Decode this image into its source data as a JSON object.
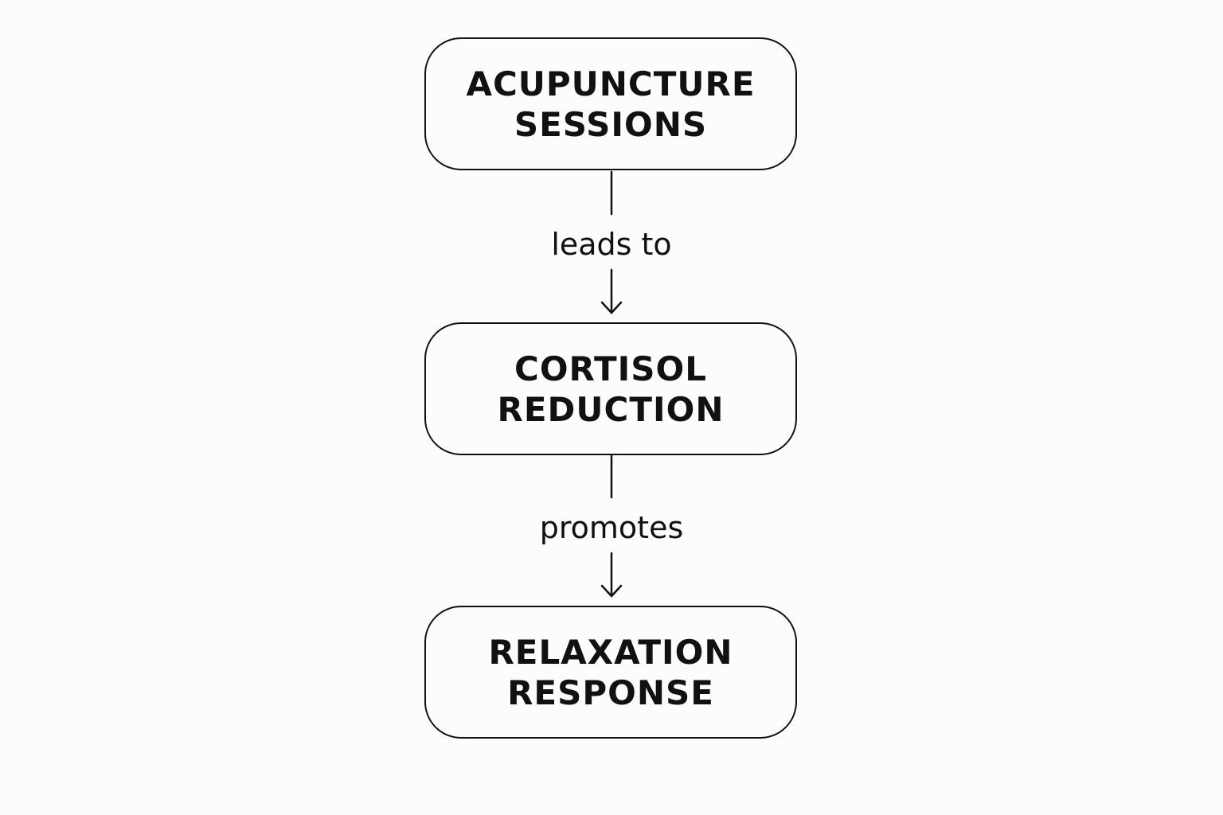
{
  "diagram": {
    "nodes": [
      {
        "lines": [
          "ACUPUNCTURE",
          "SESSIONS"
        ]
      },
      {
        "lines": [
          "CORTISOL",
          "REDUCTION"
        ]
      },
      {
        "lines": [
          "RELAXATION",
          "RESPONSE"
        ]
      }
    ],
    "edges": [
      {
        "from": 0,
        "to": 1,
        "label": "leads to"
      },
      {
        "from": 1,
        "to": 2,
        "label": "promotes"
      }
    ]
  }
}
